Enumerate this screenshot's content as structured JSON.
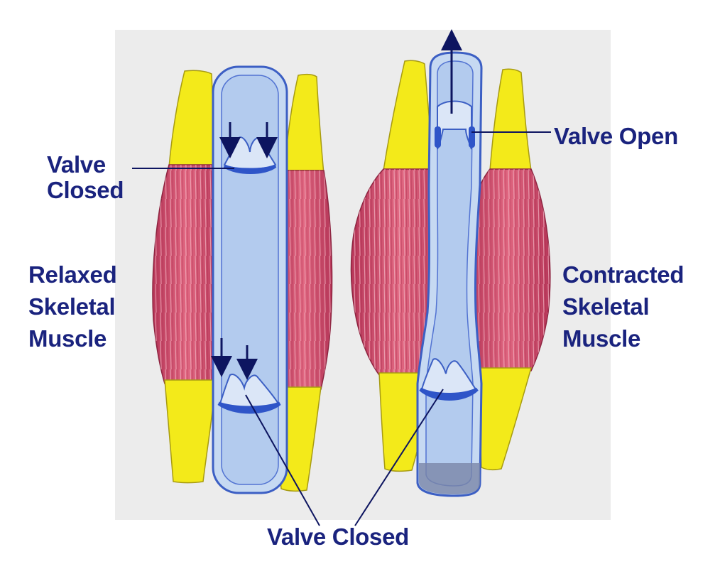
{
  "labels": {
    "valve_closed_top": [
      "Valve",
      "Closed"
    ],
    "relaxed_muscle": [
      "Relaxed",
      "Skeletal",
      "Muscle"
    ],
    "valve_open": "Valve Open",
    "contracted_muscle": [
      "Contracted",
      "Skeletal",
      "Muscle"
    ],
    "valve_closed_bottom": "Valve Closed"
  },
  "colors": {
    "label_text": "#1a237e",
    "pointer_line": "#0d1560",
    "muscle_red": "#d9506e",
    "tendon_yellow": "#f3ea1a",
    "vein_blue": "#b7d0ee",
    "vein_outline": "#3c5fc4",
    "valve_blue": "#2f55c8",
    "flow_arrow": "#0d1560",
    "paper": "#ececec"
  }
}
